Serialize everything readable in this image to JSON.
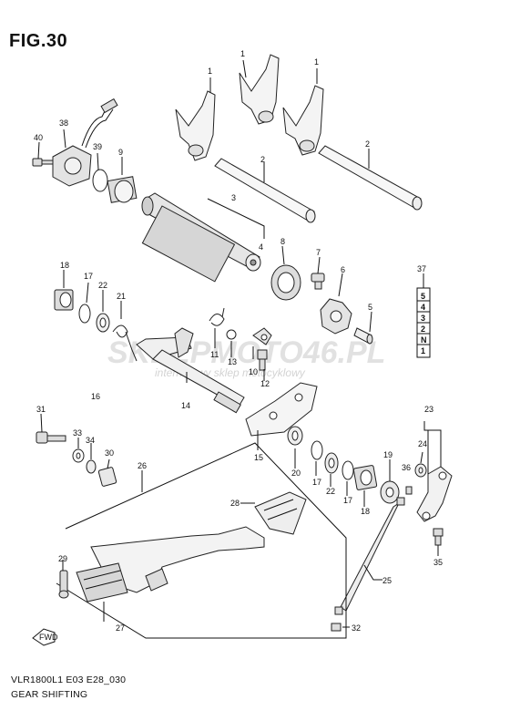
{
  "figure_title": "FIG.30",
  "model_code": "VLR1800L1 E03 E28_030",
  "section_title": "GEAR SHIFTING",
  "watermark": {
    "brand": "SKLEPMOTO46.PL",
    "tagline": "internetowy sklep motocyklowy"
  },
  "gear_stack_labels": [
    "5",
    "4",
    "3",
    "2",
    "N",
    "1"
  ],
  "fwd_label": "FWD",
  "part_numbers": {
    "p1a": "1",
    "p1b": "1",
    "p1c": "1",
    "p2a": "2",
    "p2b": "2",
    "p3": "3",
    "p4": "4",
    "p5": "5",
    "p6": "6",
    "p7": "7",
    "p8": "8",
    "p9": "9",
    "p10": "10",
    "p11": "11",
    "p12": "12",
    "p13": "13",
    "p14": "14",
    "p15": "15",
    "p16": "16",
    "p17a": "17",
    "p17b": "17",
    "p17c": "17",
    "p18a": "18",
    "p18b": "18",
    "p19": "19",
    "p20": "20",
    "p21": "21",
    "p22a": "22",
    "p22b": "22",
    "p23": "23",
    "p24": "24",
    "p25": "25",
    "p26": "26",
    "p27": "27",
    "p28": "28",
    "p29": "29",
    "p30": "30",
    "p31": "31",
    "p32": "32",
    "p33": "33",
    "p34": "34",
    "p35": "35",
    "p36": "36",
    "p37": "37",
    "p38": "38",
    "p39": "39",
    "p40": "40"
  }
}
